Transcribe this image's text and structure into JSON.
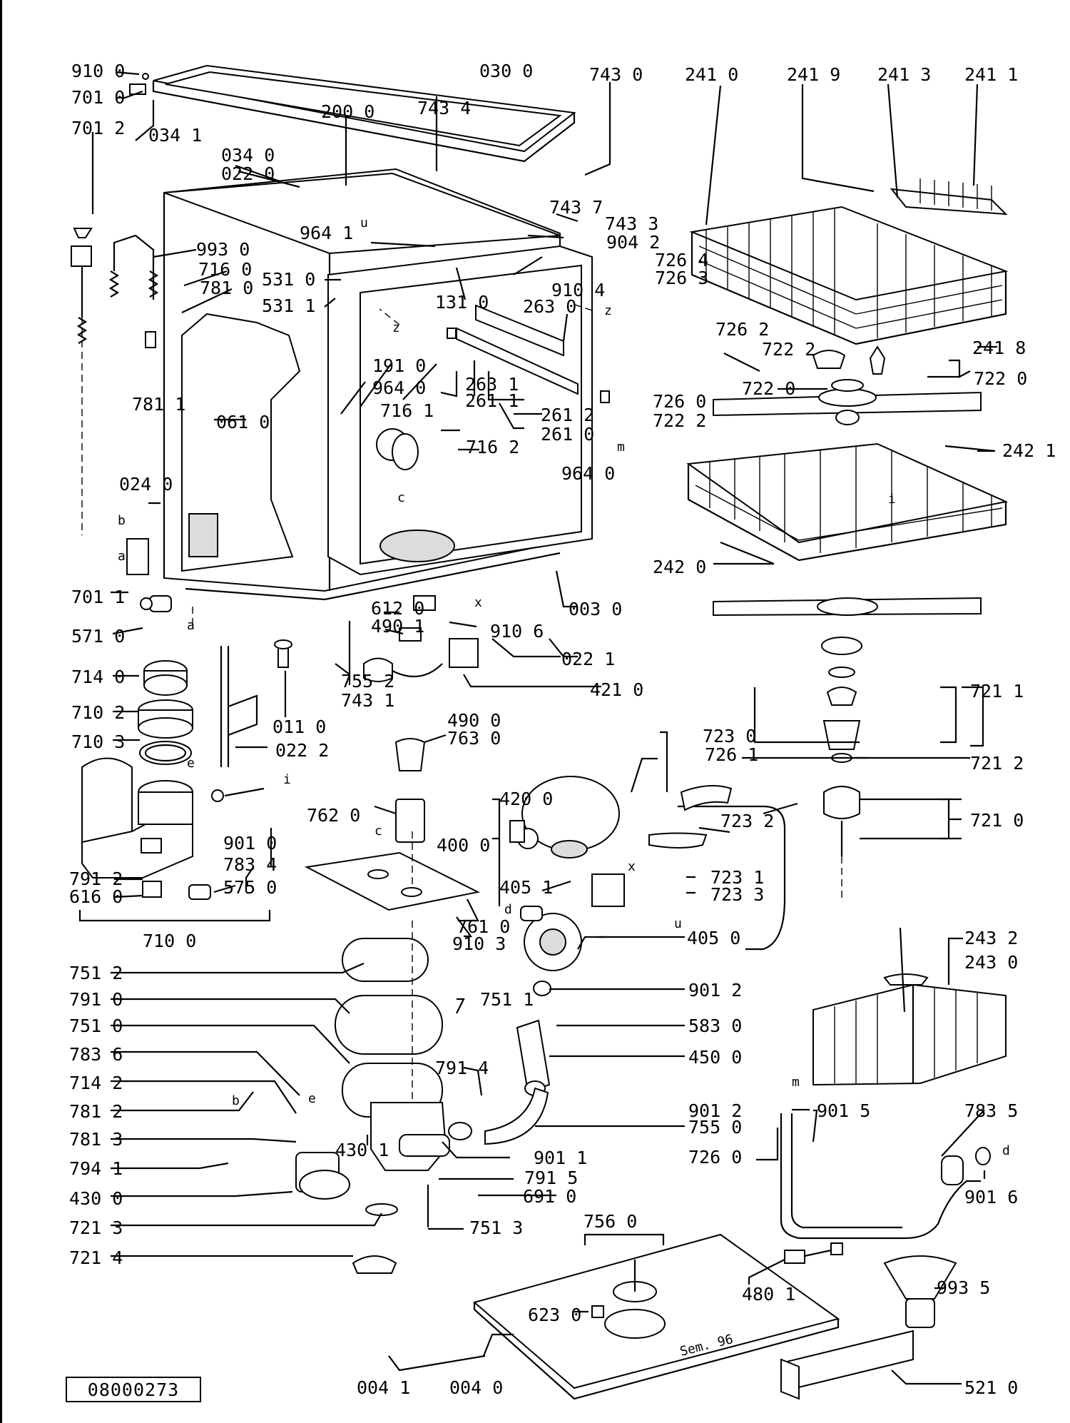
{
  "document_code": "08000273",
  "bottom_date_note": "Sem. 96",
  "letters": [
    "a",
    "b",
    "c",
    "d",
    "e",
    "i",
    "m",
    "u",
    "x",
    "z"
  ],
  "part_labels": [
    "910 0",
    "701 0",
    "701 2",
    "034 1",
    "030 0",
    "200 0",
    "743 4",
    "743 0",
    "241 0",
    "241 9",
    "241 3",
    "241 1",
    "034 0",
    "022 0",
    "743 7",
    "743 3",
    "904 2",
    "726 4",
    "726 3",
    "964 1",
    "993 0",
    "716 0",
    "781 0",
    "531 0",
    "531 1",
    "910 4",
    "263 0",
    "131 0",
    "726 2",
    "722 2",
    "241 8",
    "722 0",
    "722 0",
    "191 0",
    "964 0",
    "716 1",
    "263 1",
    "261 1",
    "261 2",
    "261 0",
    "726 0",
    "722 2",
    "781 1",
    "061 0",
    "716 2",
    "964 0",
    "242 1",
    "024 0",
    "242 0",
    "701 1",
    "003 0",
    "612 0",
    "490 1",
    "910 6",
    "571 0",
    "022 1",
    "755 2",
    "743 1",
    "421 0",
    "714 0",
    "011 0",
    "710 2",
    "022 2",
    "490 0",
    "763 0",
    "710 3",
    "723 0",
    "726 1",
    "721 1",
    "721 2",
    "762 0",
    "420 0",
    "723 2",
    "400 0",
    "721 0",
    "901 0",
    "783 4",
    "575 0",
    "791 2",
    "616 0",
    "405 1",
    "723 1",
    "723 3",
    "761 0",
    "910 3",
    "710 0",
    "405 0",
    "243 2",
    "243 0",
    "751 2",
    "791 0",
    "751 1",
    "901 2",
    "751 0",
    "583 0",
    "783 6",
    "450 0",
    "714 2",
    "791 4",
    "901 2",
    "781 2",
    "901 5",
    "783 5",
    "755 0",
    "781 3",
    "430 1",
    "901 1",
    "726 0",
    "794 1",
    "791 5",
    "430 0",
    "691 0",
    "901 6",
    "721 3",
    "751 3",
    "756 0",
    "721 4",
    "480 1",
    "993 5",
    "623 0",
    "004 1",
    "004 0",
    "521 0"
  ]
}
